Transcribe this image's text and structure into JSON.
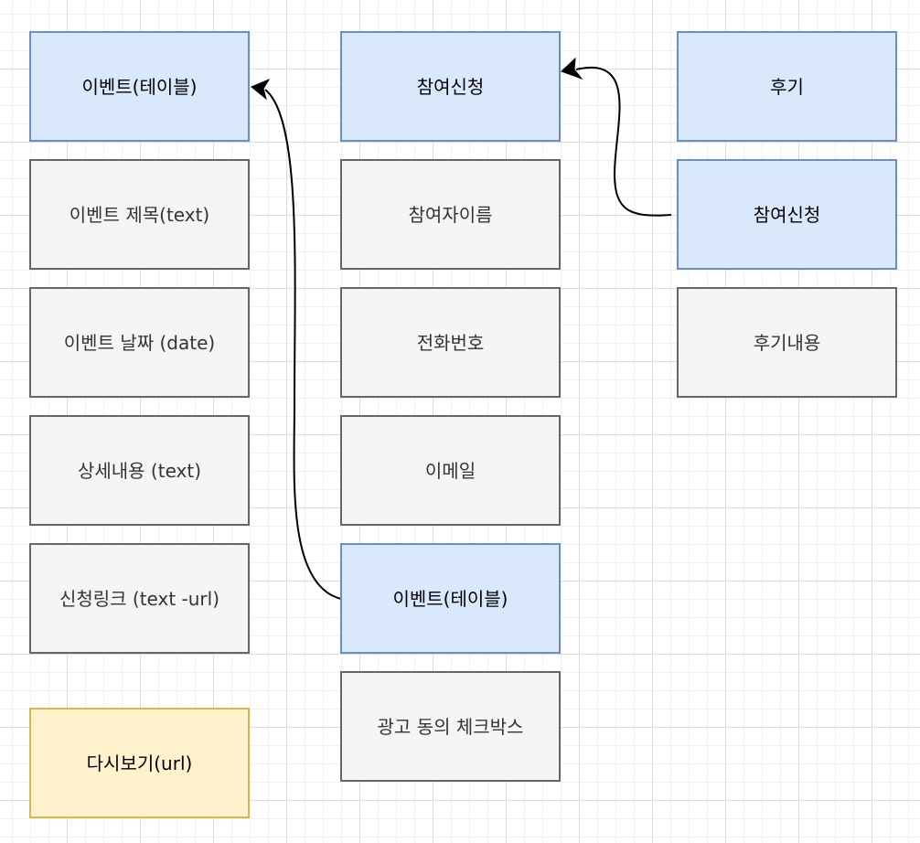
{
  "diagram": {
    "col_event": {
      "header": "이벤트(테이블)",
      "fields": [
        "이벤트 제목(text)",
        "이벤트 날짜 (date)",
        "상세내용 (text)",
        "신청링크 (text -url)"
      ],
      "note": "다시보기(url)"
    },
    "col_signup": {
      "header": "참여신청",
      "fields": [
        "참여자이름",
        "전화번호",
        "이메일"
      ],
      "ref_header": "이벤트(테이블)",
      "extra_field": "광고 동의 체크박스"
    },
    "col_review": {
      "header": "후기",
      "ref_header": "참여신청",
      "fields": [
        "후기내용"
      ]
    }
  },
  "colors": {
    "entity_fill": "#dae8fc",
    "entity_stroke": "#6c8ebf",
    "field_fill": "#f5f5f5",
    "field_stroke": "#666666",
    "note_fill": "#fff2cc",
    "note_stroke": "#d6b656",
    "connector": "#000000"
  }
}
